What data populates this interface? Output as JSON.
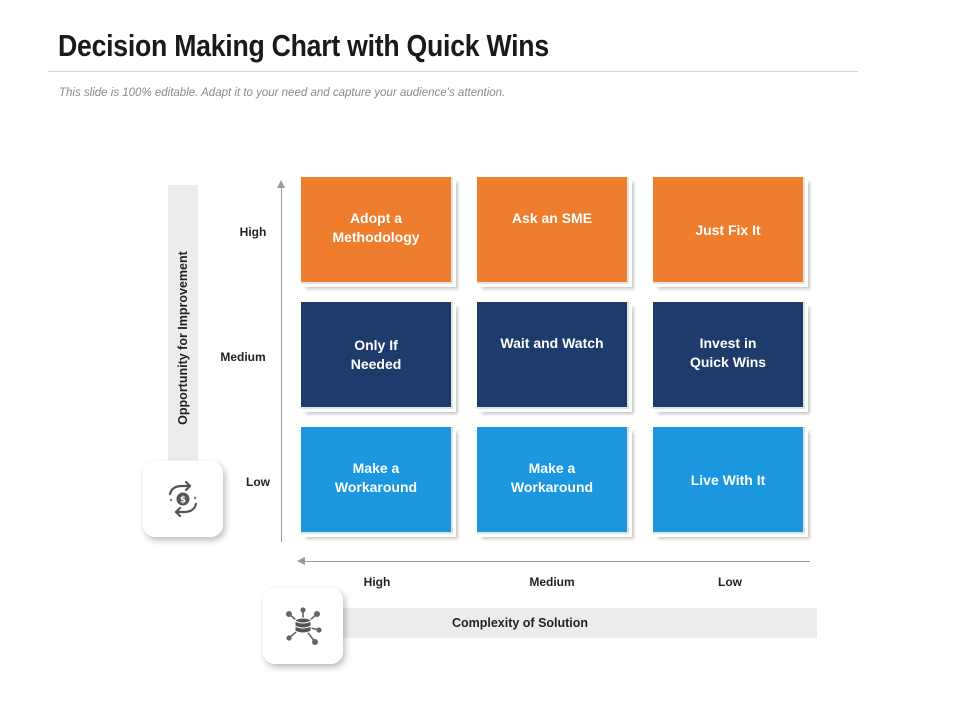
{
  "header": {
    "title": "Decision Making Chart with Quick Wins",
    "subtitle": "This slide is 100% editable. Adapt it to your need and capture your audience’s attention."
  },
  "y_axis": {
    "label": "Opportunity for Improvement",
    "ticks": [
      "High",
      "Medium",
      "Low"
    ]
  },
  "x_axis": {
    "label": "Complexity of Solution",
    "ticks": [
      "High",
      "Medium",
      "Low"
    ]
  },
  "colors": {
    "orange": "#ee7d2e",
    "navy": "#1f3b6c",
    "blue": "#1a97de",
    "axis": "#999999"
  },
  "icons": {
    "y_card": "hands-money-exchange-icon",
    "x_card": "database-network-icon"
  },
  "grid": {
    "rows": [
      {
        "level": "High",
        "cells": [
          {
            "line1": "Adopt a",
            "line2": "Methodology"
          },
          {
            "line1": "Ask an SME",
            "line2": ""
          },
          {
            "line1": "Just Fix It",
            "line2": ""
          }
        ]
      },
      {
        "level": "Medium",
        "cells": [
          {
            "line1": "Only If",
            "line2": "Needed"
          },
          {
            "line1": "Wait and Watch",
            "line2": ""
          },
          {
            "line1": "Invest in",
            "line2": "Quick Wins"
          }
        ]
      },
      {
        "level": "Low",
        "cells": [
          {
            "line1": "Make a",
            "line2": "Workaround"
          },
          {
            "line1": "Make a",
            "line2": "Workaround"
          },
          {
            "line1": "Live With It",
            "line2": ""
          }
        ]
      }
    ]
  }
}
